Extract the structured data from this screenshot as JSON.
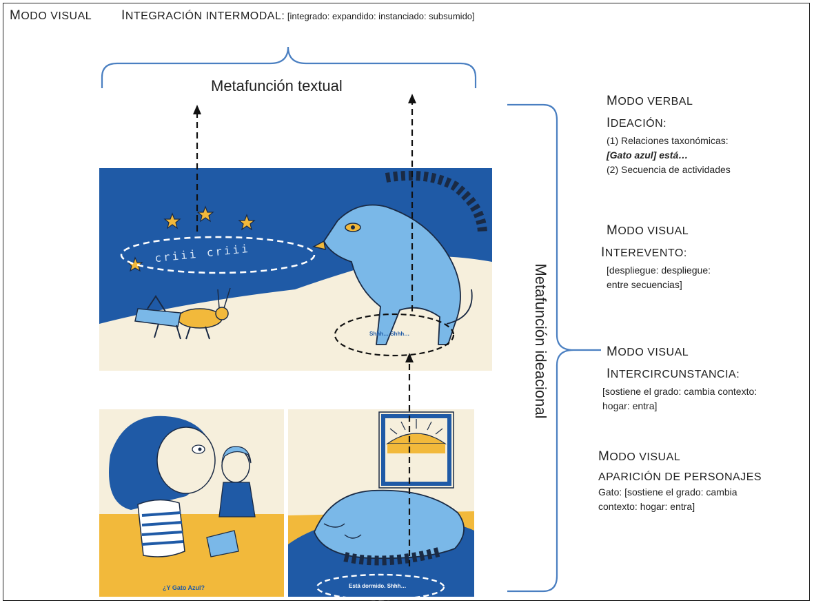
{
  "top": {
    "modo_first": "M",
    "modo_rest": "ODO VISUAL",
    "integ_first": "I",
    "integ_rest": "NTEGRACIÓN INTERMODAL:",
    "integ_detail": " [integrado: expandido: instanciado: subsumido]"
  },
  "metafuncion_textual": "Metafunción textual",
  "metafuncion_ideacional": "Metafunción ideacional",
  "right": {
    "verbal": {
      "modo_first": "M",
      "modo_rest": "ODO VERBAL",
      "sub_first": "I",
      "sub_rest": "DEACIÓN:",
      "line1": "(1) Relaciones taxonómicas:",
      "line2_bold": "[Gato azul] está…",
      "line3": "(2) Secuencia de actividades"
    },
    "visual1": {
      "modo_first": "M",
      "modo_rest": "ODO VISUAL",
      "sub_first": "I",
      "sub_rest": "NTEREVENTO:",
      "line1": "[despliegue: despliegue:",
      "line2": "entre secuencias]"
    },
    "visual2": {
      "modo_first": "M",
      "modo_rest": "ODO VISUAL",
      "sub_first": "I",
      "sub_rest": "NTERCIRCUNSTANCIA:",
      "line1": "[sostiene el grado: cambia contexto:",
      "line2": "hogar: entra]"
    },
    "visual3": {
      "modo_first": "M",
      "modo_rest": "ODO VISUAL",
      "sub_first": "A",
      "sub_rest": "PARICIÓN DE PERSONAJES",
      "line1": "Gato: [sostiene el grado: cambia",
      "line2": "contexto: hogar: entra]"
    }
  },
  "illustration_text": {
    "criii": "criii criii",
    "shhh": "Shhh… Shhh…",
    "y_gato_azul": "¿Y Gato Azul?",
    "esta_dormido": "Está dormido. Shhh…"
  },
  "colors": {
    "bracket": "#4a7fc1",
    "deep_blue": "#1f5aa6",
    "light_blue": "#7ab8e8",
    "yellow": "#f2b93b",
    "cream": "#f6efdc"
  }
}
